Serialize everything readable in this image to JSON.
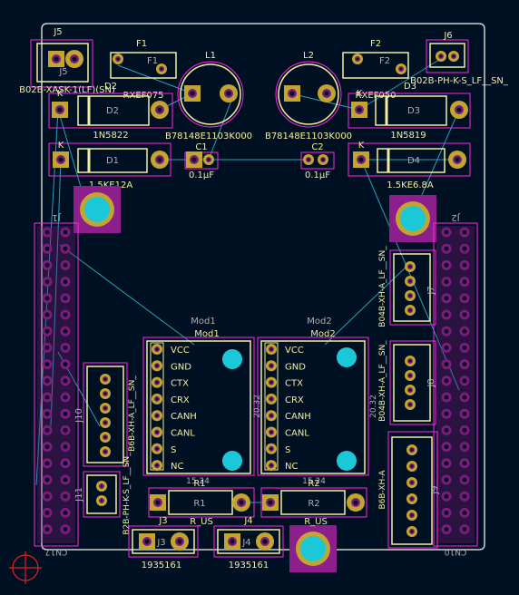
{
  "colors": {
    "background": "#001023",
    "edge": "#d0d2cd",
    "silk": "#f2eda1",
    "fab": "#afafaf",
    "courtyard": "#ff26e2",
    "pad": "#c2a430",
    "pad_dark": "#7c1b7c",
    "via": "#1ac8d8",
    "ratsnest": "#24a3b8",
    "thru": "#d65fa5"
  },
  "components": {
    "j5": {
      "ref": "J5",
      "value": "B02B-XASK-1(LF)(SN)"
    },
    "j6": {
      "ref": "J6",
      "value": "B02B-PH-K-S_LF__SN_"
    },
    "f1": {
      "ref": "F1",
      "value": "RXEF075"
    },
    "f2": {
      "ref": "F2",
      "value": "RXEF050"
    },
    "l1": {
      "ref": "L1",
      "value": "B78148E1103K000"
    },
    "l2": {
      "ref": "L2",
      "value": "B78148E1103K000"
    },
    "d1": {
      "ref": "D1",
      "value": "1.5KE12A"
    },
    "d2": {
      "ref": "D2",
      "value": "1N5822"
    },
    "d3": {
      "ref": "D3",
      "value": "1N5819"
    },
    "d4": {
      "ref": "D4",
      "value": "1.5KE6.8A"
    },
    "c1": {
      "ref": "C1",
      "value": "0.1µF"
    },
    "c2": {
      "ref": "C2",
      "value": "0.1µF"
    },
    "j1": {
      "ref": "J1",
      "value": "CN17"
    },
    "j2": {
      "ref": "J2",
      "value": "CN10"
    },
    "j3": {
      "ref": "J3",
      "value": "1935161"
    },
    "j4": {
      "ref": "J4",
      "value": "1935161"
    },
    "j7": {
      "ref": "J7",
      "value": "B04B-XH-A_LF__SN_"
    },
    "j8": {
      "ref": "J8",
      "value": "B04B-XH-A_LF__SN_"
    },
    "j9": {
      "ref": "J9",
      "value": "B6B-XH-A"
    },
    "j10": {
      "ref": "J10",
      "value": "B6B-XH-A_LF__SN_"
    },
    "j11": {
      "ref": "J11",
      "value": "B2B-PH-K-S_LF__SN_"
    },
    "r1": {
      "ref": "R1",
      "value": "R_US"
    },
    "r2": {
      "ref": "R2",
      "value": "R_US"
    },
    "mod1": {
      "ref": "Mod1",
      "value": "Mod1"
    },
    "mod2": {
      "ref": "Mod2",
      "value": "Mod2"
    }
  },
  "diode_k": "K",
  "module_pins": [
    "VCC",
    "GND",
    "CTX",
    "CRX",
    "CANH",
    "CANL",
    "S",
    "NC"
  ],
  "dims": {
    "width": "15.24",
    "height": "20.32"
  }
}
